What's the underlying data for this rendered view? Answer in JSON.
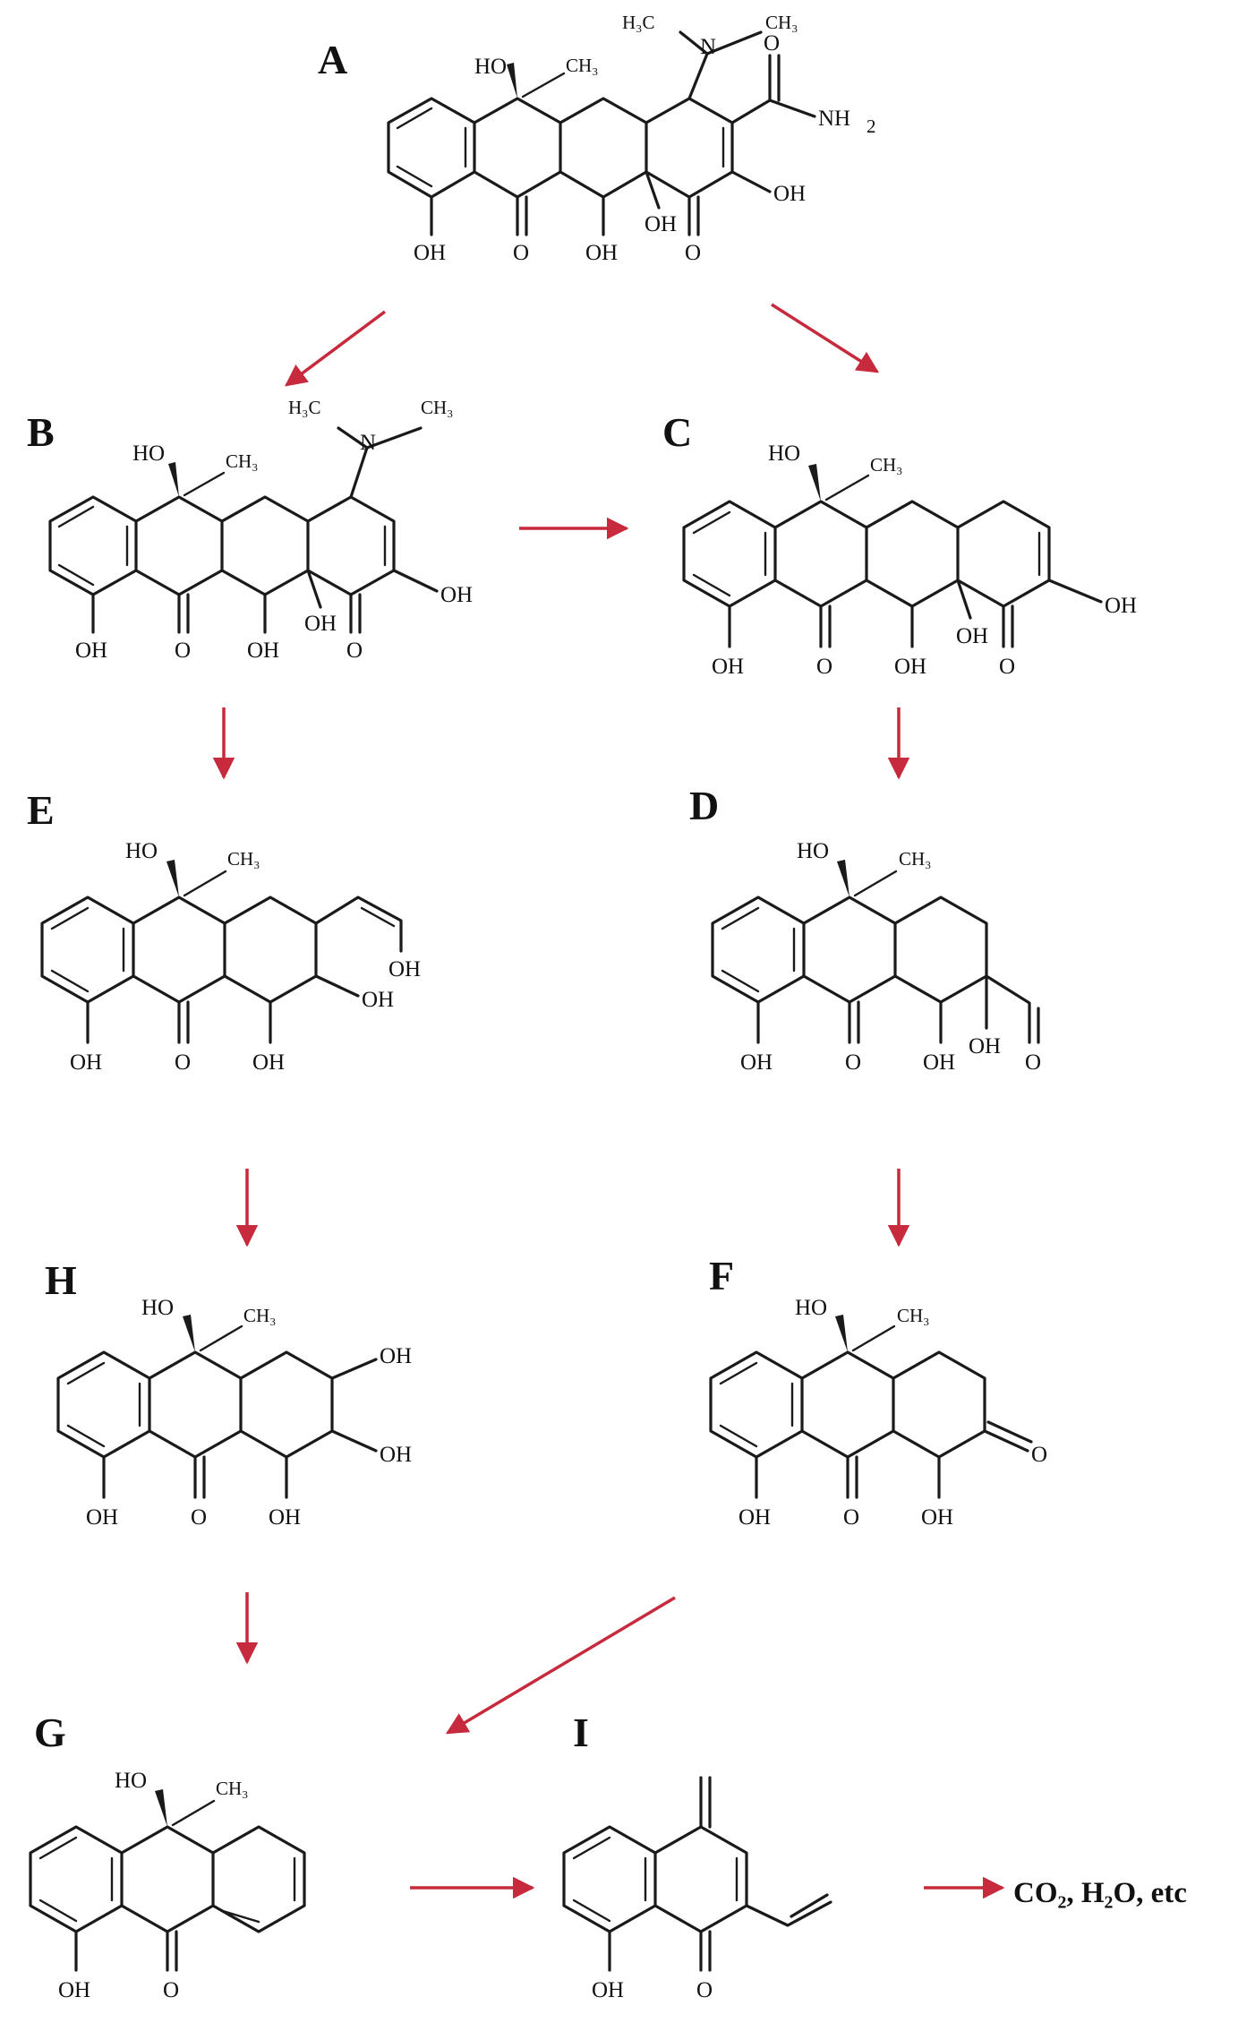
{
  "colors": {
    "arrow": "#c62a3c",
    "bond": "#1a1a1a",
    "background": "#ffffff"
  },
  "compounds": {
    "A": {
      "label": "A"
    },
    "B": {
      "label": "B"
    },
    "C": {
      "label": "C"
    },
    "D": {
      "label": "D"
    },
    "E": {
      "label": "E"
    },
    "F": {
      "label": "F"
    },
    "G": {
      "label": "G"
    },
    "H": {
      "label": "H"
    },
    "I": {
      "label": "I"
    }
  },
  "atoms": {
    "oh": "OH",
    "ho": "HO",
    "o": "O",
    "n": "N",
    "ch3": "CH",
    "h3c": "H",
    "nh2": "NH"
  },
  "products": {
    "final_label": "CO₂, H₂O, etc"
  },
  "pathway": [
    {
      "from": "A",
      "to": "B"
    },
    {
      "from": "A",
      "to": "C"
    },
    {
      "from": "B",
      "to": "C"
    },
    {
      "from": "B",
      "to": "E"
    },
    {
      "from": "C",
      "to": "D"
    },
    {
      "from": "E",
      "to": "H"
    },
    {
      "from": "D",
      "to": "F"
    },
    {
      "from": "H",
      "to": "G"
    },
    {
      "from": "F",
      "to": "G"
    },
    {
      "from": "G",
      "to": "I"
    },
    {
      "from": "I",
      "to": "final"
    }
  ]
}
